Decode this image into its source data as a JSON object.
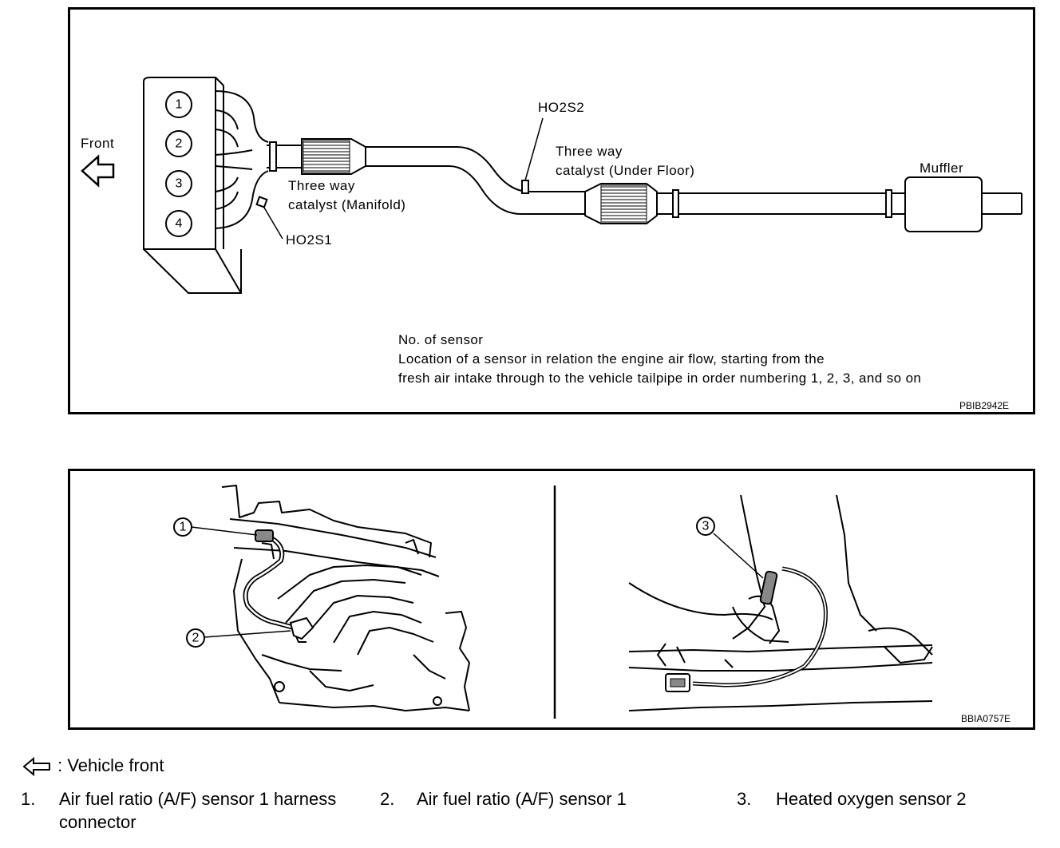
{
  "top_diagram": {
    "front_label": "Front",
    "cylinders": [
      "1",
      "2",
      "3",
      "4"
    ],
    "ho2s1_label": "HO2S1",
    "ho2s2_label": "HO2S2",
    "catalyst_manifold_line1": "Three way",
    "catalyst_manifold_line2": "catalyst (Manifold)",
    "catalyst_underfloor_line1": "Three way",
    "catalyst_underfloor_line2": "catalyst (Under Floor)",
    "muffler_label": "Muffler",
    "note_line1": "No. of sensor",
    "note_line2": "Location of a sensor in relation the engine air flow, starting from the",
    "note_line3": "fresh air intake through to the vehicle tailpipe in order numbering 1, 2, 3, and so on",
    "code": "PBIB2942E"
  },
  "bottom_diagram": {
    "callout_1": "1",
    "callout_2": "2",
    "callout_3": "3",
    "code": "BBIA0757E"
  },
  "legend": {
    "front_symbol_text": ": Vehicle front",
    "items": [
      {
        "num": "1.",
        "text_line1": "Air fuel ratio (A/F) sensor 1 harness",
        "text_line2": "connector"
      },
      {
        "num": "2.",
        "text_line1": "Air fuel ratio (A/F) sensor 1"
      },
      {
        "num": "3.",
        "text_line1": "Heated oxygen sensor 2"
      }
    ]
  }
}
